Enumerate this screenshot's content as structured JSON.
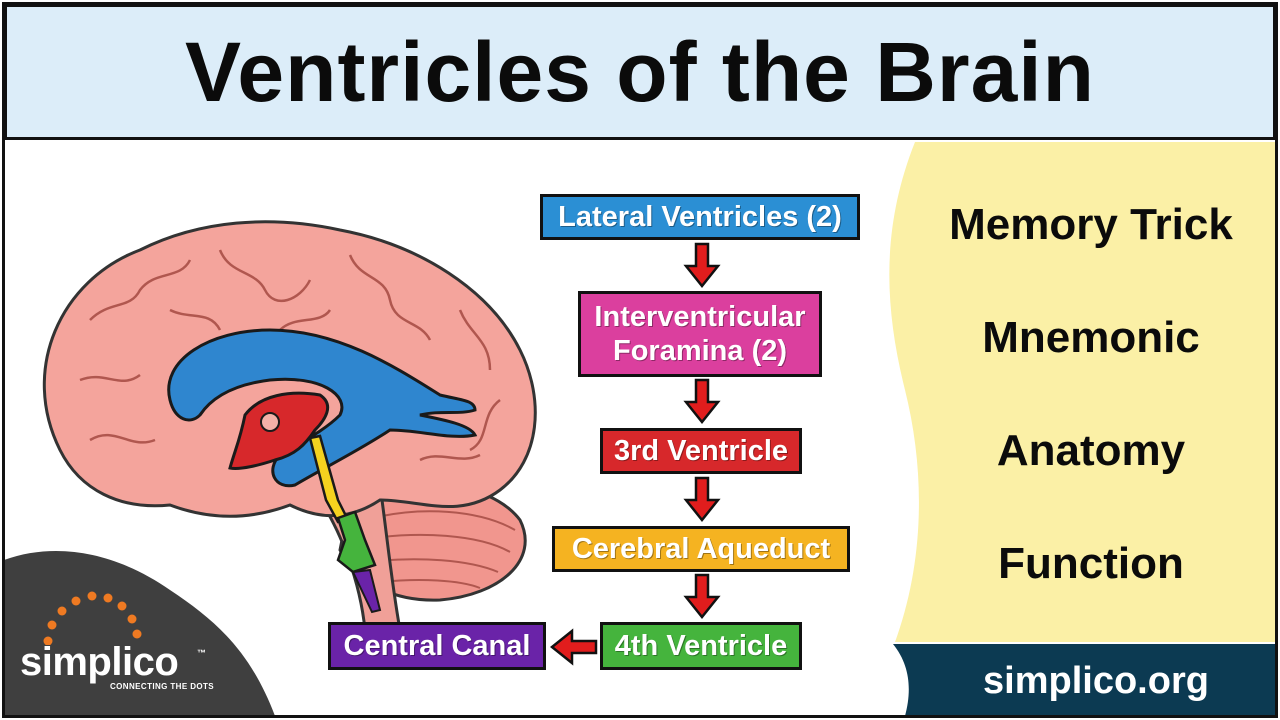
{
  "title": "Ventricles of the Brain",
  "side_panel": {
    "items": [
      "Memory Trick",
      "Mnemonic",
      "Anatomy",
      "Function"
    ]
  },
  "website": "simplico.org",
  "logo": {
    "name": "simplico",
    "trademark": "™",
    "tagline": "CONNECTING THE DOTS"
  },
  "flow": {
    "lateral": "Lateral Ventricles (2)",
    "interventricular": "Interventricular Foramina (2)",
    "third": "3rd Ventricle",
    "aqueduct": "Cerebral Aqueduct",
    "fourth": "4th Ventricle",
    "canal": "Central Canal"
  },
  "colors": {
    "title_bg": "#dcedf9",
    "side_bg": "#fbf0a6",
    "lateral": "#2b8fd4",
    "interventricular": "#db3f9e",
    "third": "#d7282b",
    "aqueduct": "#f5b321",
    "fourth": "#45b43d",
    "canal": "#6a23a8",
    "arrow": "#e11d1d",
    "footer": "#0c3a52",
    "logo_bg": "#3f3f3f",
    "logo_dots": "#ef7a22",
    "brain": "#f4a49c"
  }
}
